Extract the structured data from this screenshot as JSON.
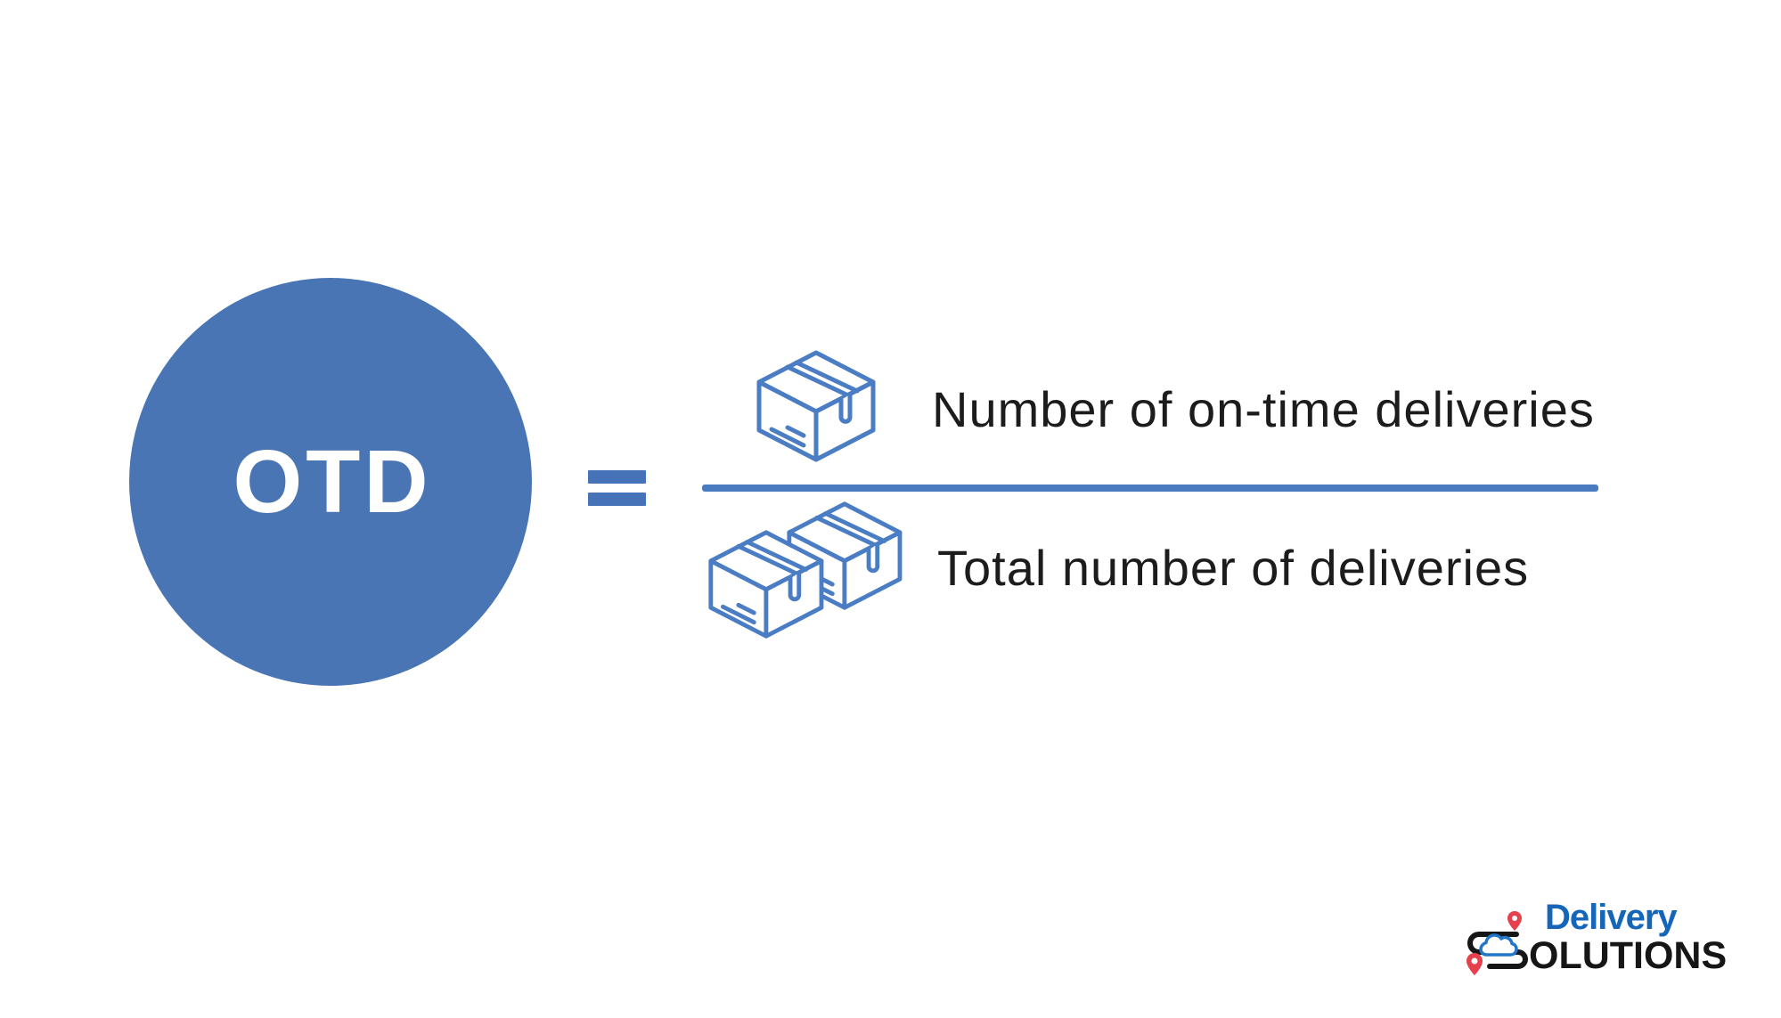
{
  "formula": {
    "metric_label": "OTD",
    "equals_symbol": "=",
    "numerator": "Number of on-time deliveries",
    "denominator": "Total number of deliveries"
  },
  "icons": {
    "numerator_icon": "package-box-icon",
    "denominator_icon": "two-package-boxes-icon"
  },
  "logo": {
    "line1": "Delivery",
    "line2": "OLUTIONS",
    "mark_parts": [
      "route-icon",
      "map-pin-icon",
      "map-pin-icon",
      "cloud-icon"
    ]
  },
  "colors": {
    "circle_blue": "#4a75b4",
    "equals_blue": "#4673b8",
    "icon_blue": "#4a7dc4",
    "divider_blue": "#4a7abf",
    "text_dark": "#1c1c1c",
    "logo_blue": "#1566b8",
    "logo_black": "#161616",
    "logo_red": "#e5404b",
    "cloud_blue": "#2176c9",
    "background": "#ffffff"
  }
}
